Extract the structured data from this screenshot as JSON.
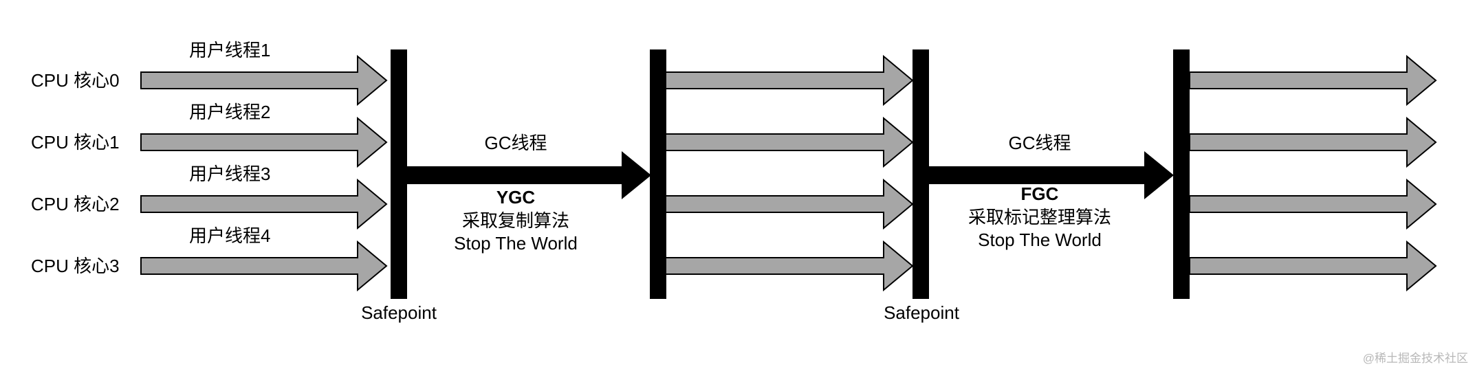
{
  "colors": {
    "arrow_fill": "#a6a6a6",
    "arrow_stroke": "#000000",
    "bar": "#000000",
    "background": "#ffffff",
    "watermark": "#b8b8b8"
  },
  "cpu_rows": [
    {
      "core_label": "CPU 核心0",
      "thread_label": "用户线程1"
    },
    {
      "core_label": "CPU 核心1",
      "thread_label": "用户线程2"
    },
    {
      "core_label": "CPU 核心2",
      "thread_label": "用户线程3"
    },
    {
      "core_label": "CPU 核心3",
      "thread_label": "用户线程4"
    }
  ],
  "safepoint_label": "Safepoint",
  "phases": [
    {
      "gc_thread_label": "GC线程",
      "gc_type": "YGC",
      "algorithm": "采取复制算法",
      "note": "Stop The World"
    },
    {
      "gc_thread_label": "GC线程",
      "gc_type": "FGC",
      "algorithm": "采取标记整理算法",
      "note": "Stop The World"
    }
  ],
  "watermark": "@稀土掘金技术社区"
}
